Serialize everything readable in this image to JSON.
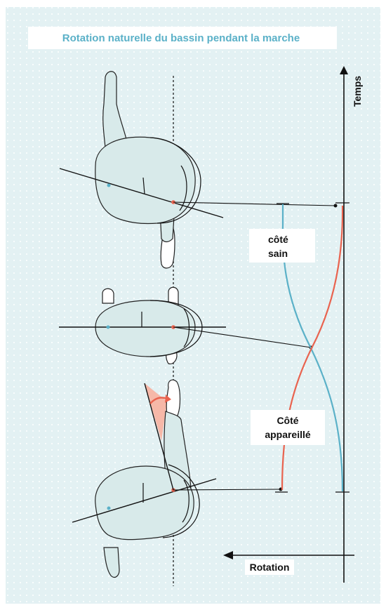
{
  "title": "Rotation naturelle du bassin pendant la marche",
  "axes": {
    "time_label": "Temps",
    "rotation_label": "Rotation"
  },
  "curves": {
    "healthy_side": {
      "label_line1": "côté",
      "label_line2": "sain",
      "color": "#5bb1c8"
    },
    "prosthetic_side": {
      "label_line1": "Côté",
      "label_line2": "appareillé",
      "color": "#e9634f"
    }
  },
  "colors": {
    "background": "#e3f1f3",
    "dots": "#ffffff",
    "body": "#d8eaea",
    "accent_red": "#e9634f",
    "accent_blue": "#5bb1c8",
    "wedge": "#f6b8a8"
  },
  "icons": {
    "arrow_up": "arrow-up-icon",
    "arrow_left": "arrow-left-icon",
    "rotation_arrow": "curved-arrow-icon"
  }
}
